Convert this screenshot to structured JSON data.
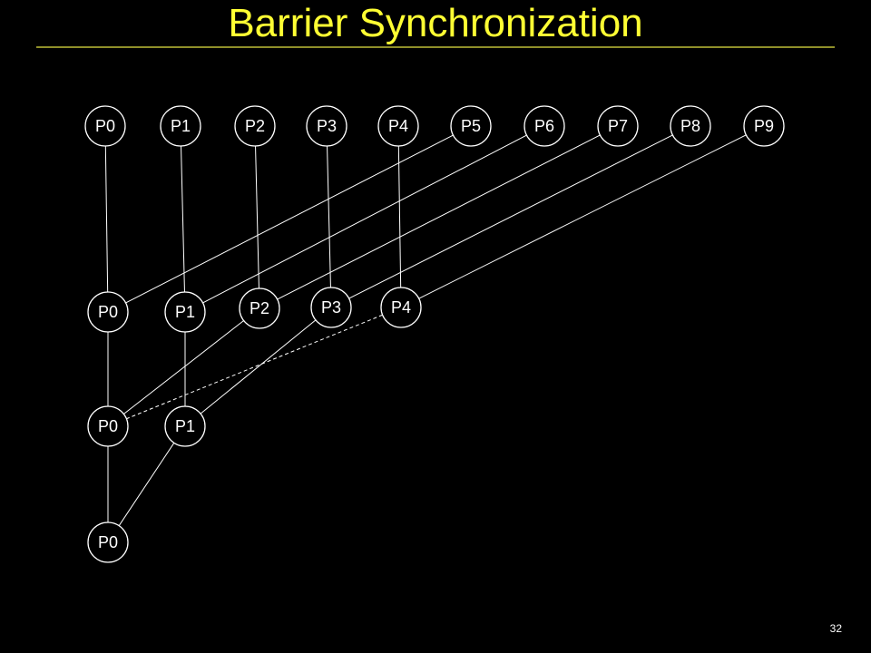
{
  "slide": {
    "title": "Barrier Synchronization",
    "page_number": "32",
    "colors": {
      "background": "#000000",
      "title": "#ffff33",
      "rule": "#8f8f2a",
      "ink": "#ffffff"
    }
  },
  "diagram": {
    "levels": [
      [
        "P0",
        "P1",
        "P2",
        "P3",
        "P4",
        "P5",
        "P6",
        "P7",
        "P8",
        "P9"
      ],
      [
        "P0",
        "P1",
        "P2",
        "P3",
        "P4"
      ],
      [
        "P0",
        "P1"
      ],
      [
        "P0"
      ]
    ],
    "edges": [
      {
        "from": [
          0,
          0
        ],
        "to": [
          1,
          0
        ],
        "style": "solid"
      },
      {
        "from": [
          0,
          1
        ],
        "to": [
          1,
          1
        ],
        "style": "solid"
      },
      {
        "from": [
          0,
          2
        ],
        "to": [
          1,
          2
        ],
        "style": "solid"
      },
      {
        "from": [
          0,
          3
        ],
        "to": [
          1,
          3
        ],
        "style": "solid"
      },
      {
        "from": [
          0,
          4
        ],
        "to": [
          1,
          4
        ],
        "style": "solid"
      },
      {
        "from": [
          0,
          5
        ],
        "to": [
          1,
          0
        ],
        "style": "solid"
      },
      {
        "from": [
          0,
          6
        ],
        "to": [
          1,
          1
        ],
        "style": "solid"
      },
      {
        "from": [
          0,
          7
        ],
        "to": [
          1,
          2
        ],
        "style": "solid"
      },
      {
        "from": [
          0,
          8
        ],
        "to": [
          1,
          3
        ],
        "style": "solid"
      },
      {
        "from": [
          0,
          9
        ],
        "to": [
          1,
          4
        ],
        "style": "solid"
      },
      {
        "from": [
          1,
          0
        ],
        "to": [
          2,
          0
        ],
        "style": "solid"
      },
      {
        "from": [
          1,
          1
        ],
        "to": [
          2,
          1
        ],
        "style": "solid"
      },
      {
        "from": [
          1,
          2
        ],
        "to": [
          2,
          0
        ],
        "style": "solid"
      },
      {
        "from": [
          1,
          3
        ],
        "to": [
          2,
          1
        ],
        "style": "solid"
      },
      {
        "from": [
          1,
          4
        ],
        "to": [
          2,
          0
        ],
        "style": "dashed"
      },
      {
        "from": [
          2,
          0
        ],
        "to": [
          3,
          0
        ],
        "style": "solid"
      },
      {
        "from": [
          2,
          1
        ],
        "to": [
          3,
          0
        ],
        "style": "solid"
      }
    ]
  }
}
